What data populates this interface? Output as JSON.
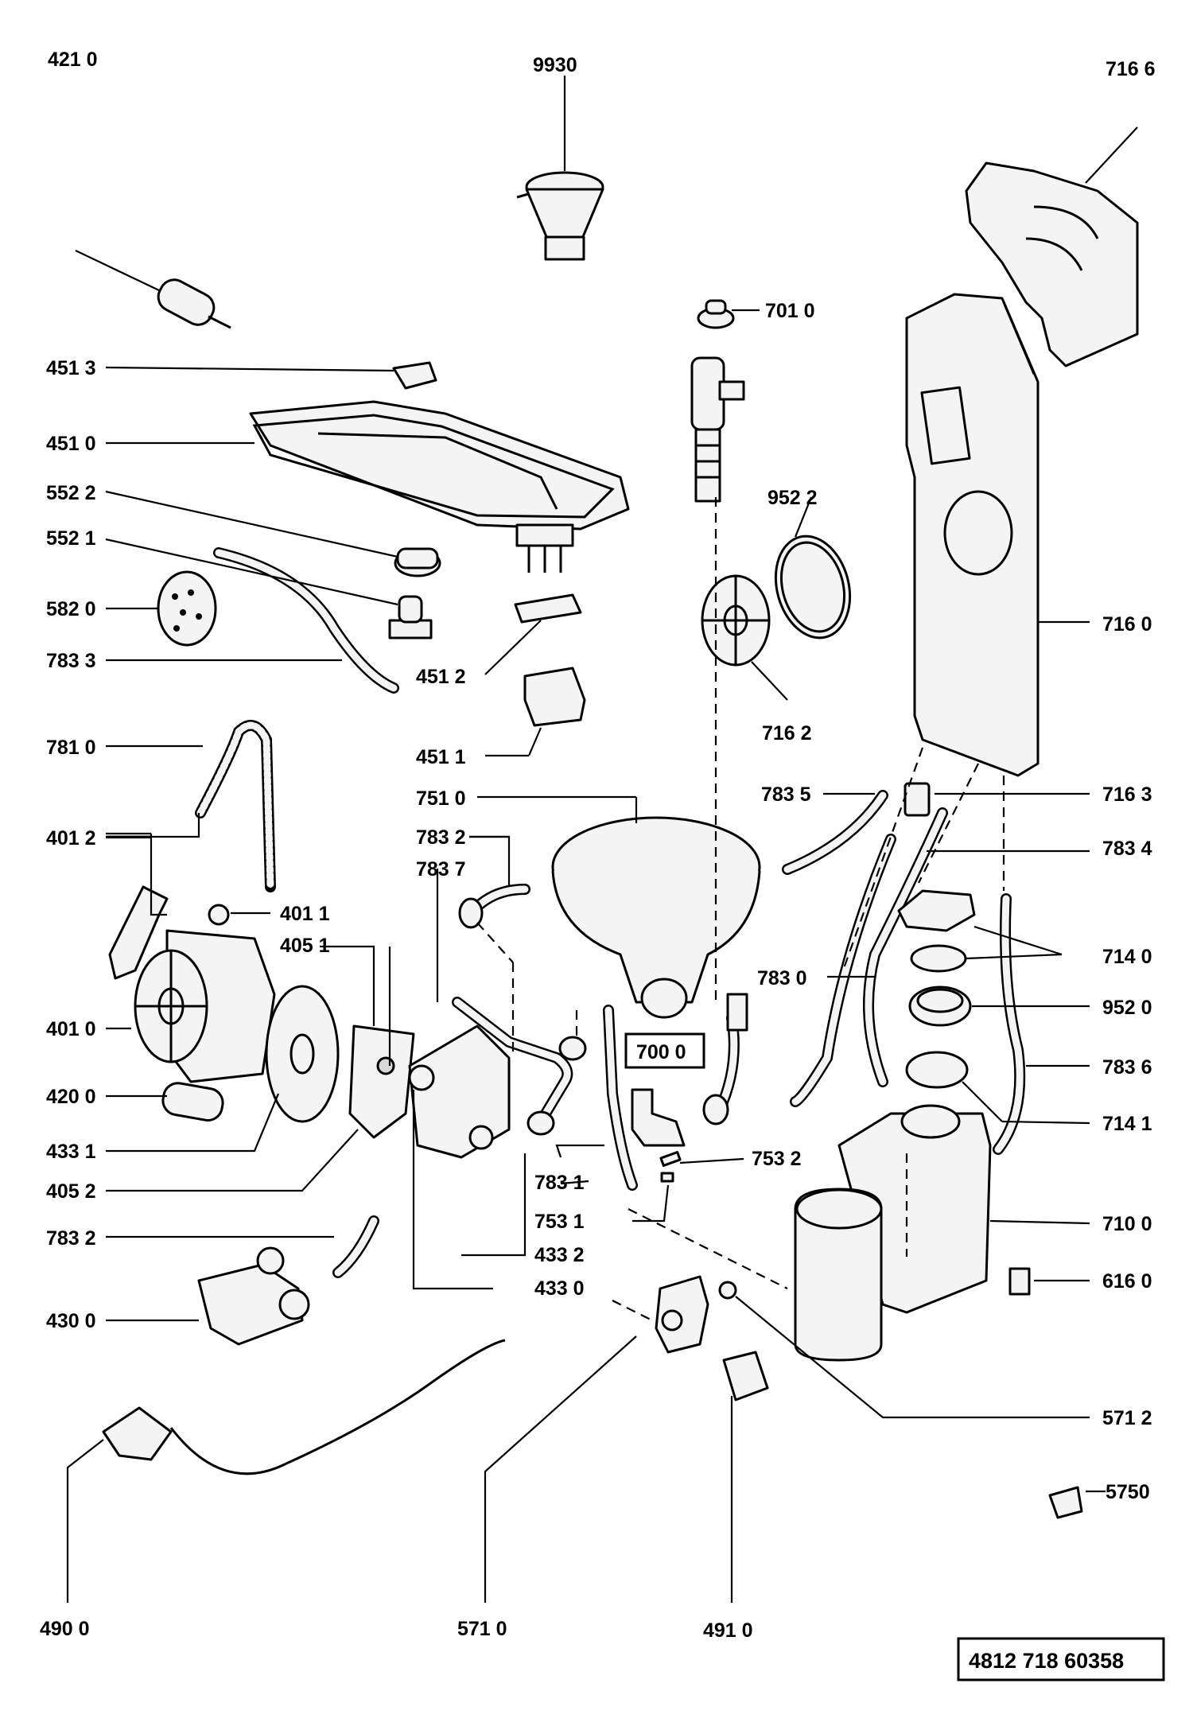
{
  "labels": {
    "l4210": "421 0",
    "l9930": "9930",
    "l7166": "716 6",
    "l7010": "701 0",
    "l4513": "451 3",
    "l4510": "451 0",
    "l5522": "552 2",
    "l5521": "552 1",
    "l9522": "952 2",
    "l5820": "582 0",
    "l7160": "716 0",
    "l7833": "783 3",
    "l4512": "451 2",
    "l7162": "716 2",
    "l7810": "781 0",
    "l4511": "451 1",
    "l7510": "751 0",
    "l7835": "783 5",
    "l7163": "716 3",
    "l4012": "401 2",
    "l7832a": "783 2",
    "l7834": "783 4",
    "l7837": "783 7",
    "l4011": "401 1",
    "l4051": "405 1",
    "l7140": "714 0",
    "l7830": "783 0",
    "l4010": "401 0",
    "l7000": "700 0",
    "l9520": "952 0",
    "l7836": "783 6",
    "l4200": "420 0",
    "l7141": "714 1",
    "l4331": "433 1",
    "l7532": "753 2",
    "l4052": "405 2",
    "l7831": "783 1",
    "l7531": "753 1",
    "l7100": "710 0",
    "l7832b": "783 2",
    "l4332": "433 2",
    "l4330": "433 0",
    "l6160": "616 0",
    "l4300": "430 0",
    "l5712": "571 2",
    "l5750": "5750",
    "l4900": "490 0",
    "l5710": "571 0",
    "l4910": "491 0"
  },
  "document_ref": "4812 718 60358"
}
